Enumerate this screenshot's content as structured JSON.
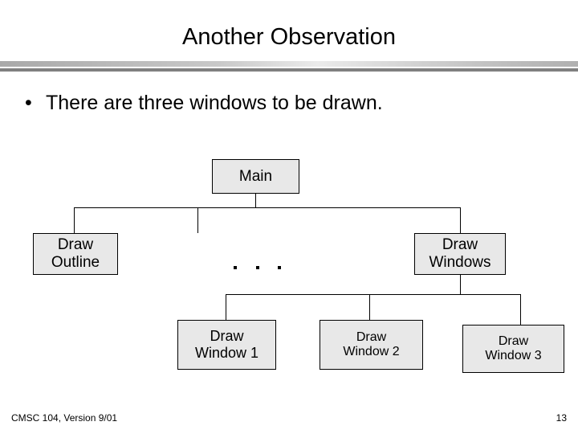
{
  "slide": {
    "title": "Another Observation",
    "bullet_marker": "•",
    "bullet_text": "There are three windows to be drawn.",
    "footer_left": "CMSC 104, Version 9/01",
    "page_number": "13",
    "colors": {
      "background": "#ffffff",
      "text": "#000000",
      "box_fill": "#e8e8e8",
      "box_border": "#000000",
      "rule_solid": "#808080",
      "rule_gradient_light": "#ebebeb",
      "rule_gradient_dark": "#a9a9a9"
    }
  },
  "diagram": {
    "type": "structure-chart",
    "ellipsis": "· · ·",
    "nodes": [
      {
        "id": "main",
        "label": "Main",
        "level": 0
      },
      {
        "id": "draw-outline",
        "label": "Draw\nOutline",
        "level": 1
      },
      {
        "id": "draw-windows",
        "label": "Draw\nWindows",
        "level": 1
      },
      {
        "id": "window-1",
        "label": "Draw\nWindow 1",
        "level": 2
      },
      {
        "id": "window-2",
        "label": "Draw\nWindow 2",
        "level": 2
      },
      {
        "id": "window-3",
        "label": "Draw\nWindow 3",
        "level": 2
      }
    ],
    "edges": [
      {
        "from": "main",
        "to": "draw-outline"
      },
      {
        "from": "main",
        "to": "ellipsis"
      },
      {
        "from": "main",
        "to": "draw-windows"
      },
      {
        "from": "draw-windows",
        "to": "window-1"
      },
      {
        "from": "draw-windows",
        "to": "window-2"
      },
      {
        "from": "draw-windows",
        "to": "window-3"
      }
    ]
  }
}
